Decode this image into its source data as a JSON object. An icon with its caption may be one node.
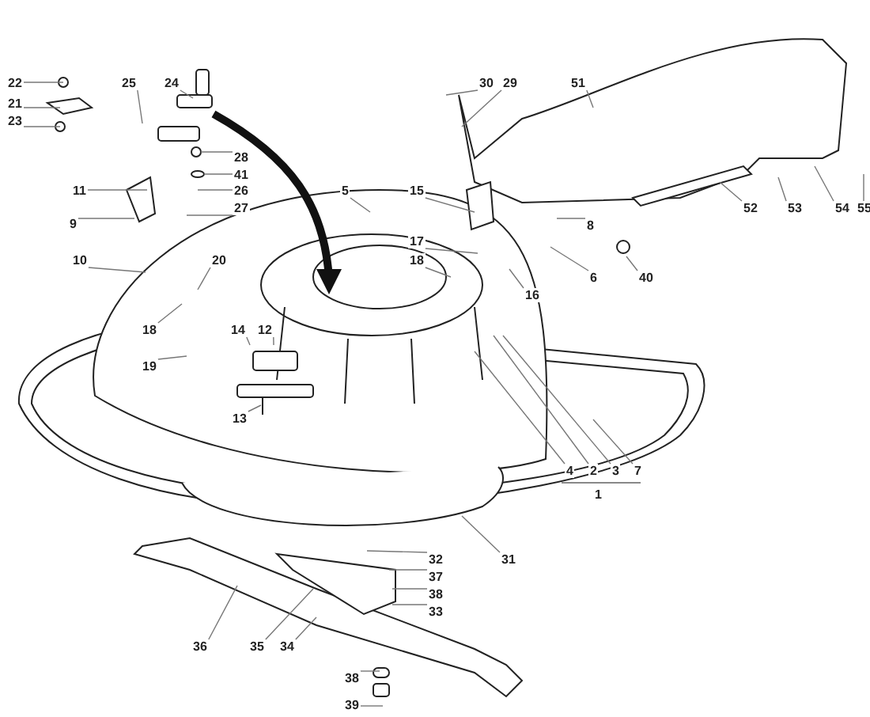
{
  "diagram": {
    "nodes": [
      {
        "text": [
          "22"
        ]
      },
      {
        "text": [
          "21"
        ]
      },
      {
        "text": [
          "23"
        ]
      },
      {
        "text": [
          "25"
        ]
      },
      {
        "text": [
          "24"
        ]
      },
      {
        "text": [
          "30"
        ]
      },
      {
        "text": [
          "29"
        ]
      },
      {
        "text": [
          "51"
        ]
      },
      {
        "text": [
          "28"
        ]
      },
      {
        "text": [
          "41"
        ]
      },
      {
        "text": [
          "26"
        ]
      },
      {
        "text": [
          "27"
        ]
      },
      {
        "text": [
          "11"
        ]
      },
      {
        "text": [
          "9"
        ]
      },
      {
        "text": [
          "20"
        ]
      },
      {
        "text": [
          "10"
        ]
      },
      {
        "text": [
          "5"
        ]
      },
      {
        "text": [
          "15"
        ]
      },
      {
        "text": [
          "17"
        ]
      },
      {
        "text": [
          "18"
        ]
      },
      {
        "text": [
          "8"
        ]
      },
      {
        "text": [
          "6"
        ]
      },
      {
        "text": [
          "40"
        ]
      },
      {
        "text": [
          "16"
        ]
      },
      {
        "text": [
          "52"
        ]
      },
      {
        "text": [
          "53"
        ]
      },
      {
        "text": [
          "54"
        ]
      },
      {
        "text": [
          "55"
        ]
      },
      {
        "text": [
          "18"
        ]
      },
      {
        "text": [
          "14"
        ]
      },
      {
        "text": [
          "12"
        ]
      },
      {
        "text": [
          "19"
        ]
      },
      {
        "text": [
          "13"
        ]
      },
      {
        "text": [
          "4"
        ]
      },
      {
        "text": [
          "2"
        ]
      },
      {
        "text": [
          "3"
        ]
      },
      {
        "text": [
          "7"
        ]
      },
      {
        "text": [
          "31"
        ]
      },
      {
        "text": [
          "32"
        ]
      },
      {
        "text": [
          "37"
        ]
      },
      {
        "text": [
          "38"
        ]
      },
      {
        "text": [
          "33"
        ]
      },
      {
        "text": [
          "36"
        ]
      },
      {
        "text": [
          "35"
        ]
      },
      {
        "text": [
          "34"
        ]
      },
      {
        "text": [
          "38"
        ]
      },
      {
        "text": [
          "39"
        ]
      }
    ],
    "edges": [
      {
        "from": 0,
        "to": null,
        "arrow": "none"
      },
      {
        "from": 1,
        "to": null,
        "arrow": "none"
      },
      {
        "from": 2,
        "to": null,
        "arrow": "none"
      },
      {
        "from": 3,
        "to": null,
        "arrow": "none"
      },
      {
        "from": 4,
        "to": null,
        "arrow": "none"
      },
      {
        "from": 5,
        "to": null,
        "arrow": "none"
      },
      {
        "from": 6,
        "to": null,
        "arrow": "none"
      },
      {
        "from": 7,
        "to": null,
        "arrow": "none"
      },
      {
        "from": 8,
        "to": null,
        "arrow": "none"
      },
      {
        "from": 9,
        "to": null,
        "arrow": "none"
      },
      {
        "from": 10,
        "to": null,
        "arrow": "none"
      },
      {
        "from": 11,
        "to": null,
        "arrow": "none"
      },
      {
        "from": 12,
        "to": null,
        "arrow": "none"
      },
      {
        "from": 13,
        "to": null,
        "arrow": "none"
      },
      {
        "from": 14,
        "to": null,
        "arrow": "none"
      },
      {
        "from": 15,
        "to": null,
        "arrow": "none"
      },
      {
        "from": 16,
        "to": null,
        "arrow": "none"
      },
      {
        "from": 17,
        "to": null,
        "arrow": "none"
      },
      {
        "from": 18,
        "to": null,
        "arrow": "none"
      },
      {
        "from": 19,
        "to": null,
        "arrow": "none"
      },
      {
        "from": 20,
        "to": null,
        "arrow": "none"
      },
      {
        "from": 21,
        "to": null,
        "arrow": "none"
      },
      {
        "from": 22,
        "to": null,
        "arrow": "none"
      },
      {
        "from": 23,
        "to": null,
        "arrow": "none"
      },
      {
        "from": 24,
        "to": null,
        "arrow": "none"
      },
      {
        "from": 25,
        "to": null,
        "arrow": "none"
      },
      {
        "from": 26,
        "to": null,
        "arrow": "none"
      },
      {
        "from": 27,
        "to": null,
        "arrow": "none"
      },
      {
        "from": 28,
        "to": null,
        "arrow": "none"
      },
      {
        "from": 29,
        "to": null,
        "arrow": "none"
      },
      {
        "from": 30,
        "to": null,
        "arrow": "none"
      },
      {
        "from": 31,
        "to": null,
        "arrow": "none"
      },
      {
        "from": 32,
        "to": null,
        "arrow": "none"
      },
      {
        "from": 33,
        "to": null,
        "arrow": "none"
      },
      {
        "from": 34,
        "to": null,
        "arrow": "none"
      },
      {
        "from": 35,
        "to": null,
        "arrow": "none"
      },
      {
        "from": 36,
        "to": null,
        "arrow": "none"
      },
      {
        "from": 37,
        "to": null,
        "arrow": "none"
      },
      {
        "from": 38,
        "to": null,
        "arrow": "none"
      },
      {
        "from": 39,
        "to": null,
        "arrow": "none"
      },
      {
        "from": 40,
        "to": null,
        "arrow": "none"
      },
      {
        "from": 41,
        "to": null,
        "arrow": "none"
      },
      {
        "from": 42,
        "to": null,
        "arrow": "none"
      },
      {
        "from": 43,
        "to": null,
        "arrow": "none"
      },
      {
        "from": 44,
        "to": null,
        "arrow": "none"
      },
      {
        "from": 45,
        "to": null,
        "arrow": "none"
      },
      {
        "from": 46,
        "to": null,
        "arrow": "none"
      }
    ],
    "labels": [
      "1"
    ]
  }
}
